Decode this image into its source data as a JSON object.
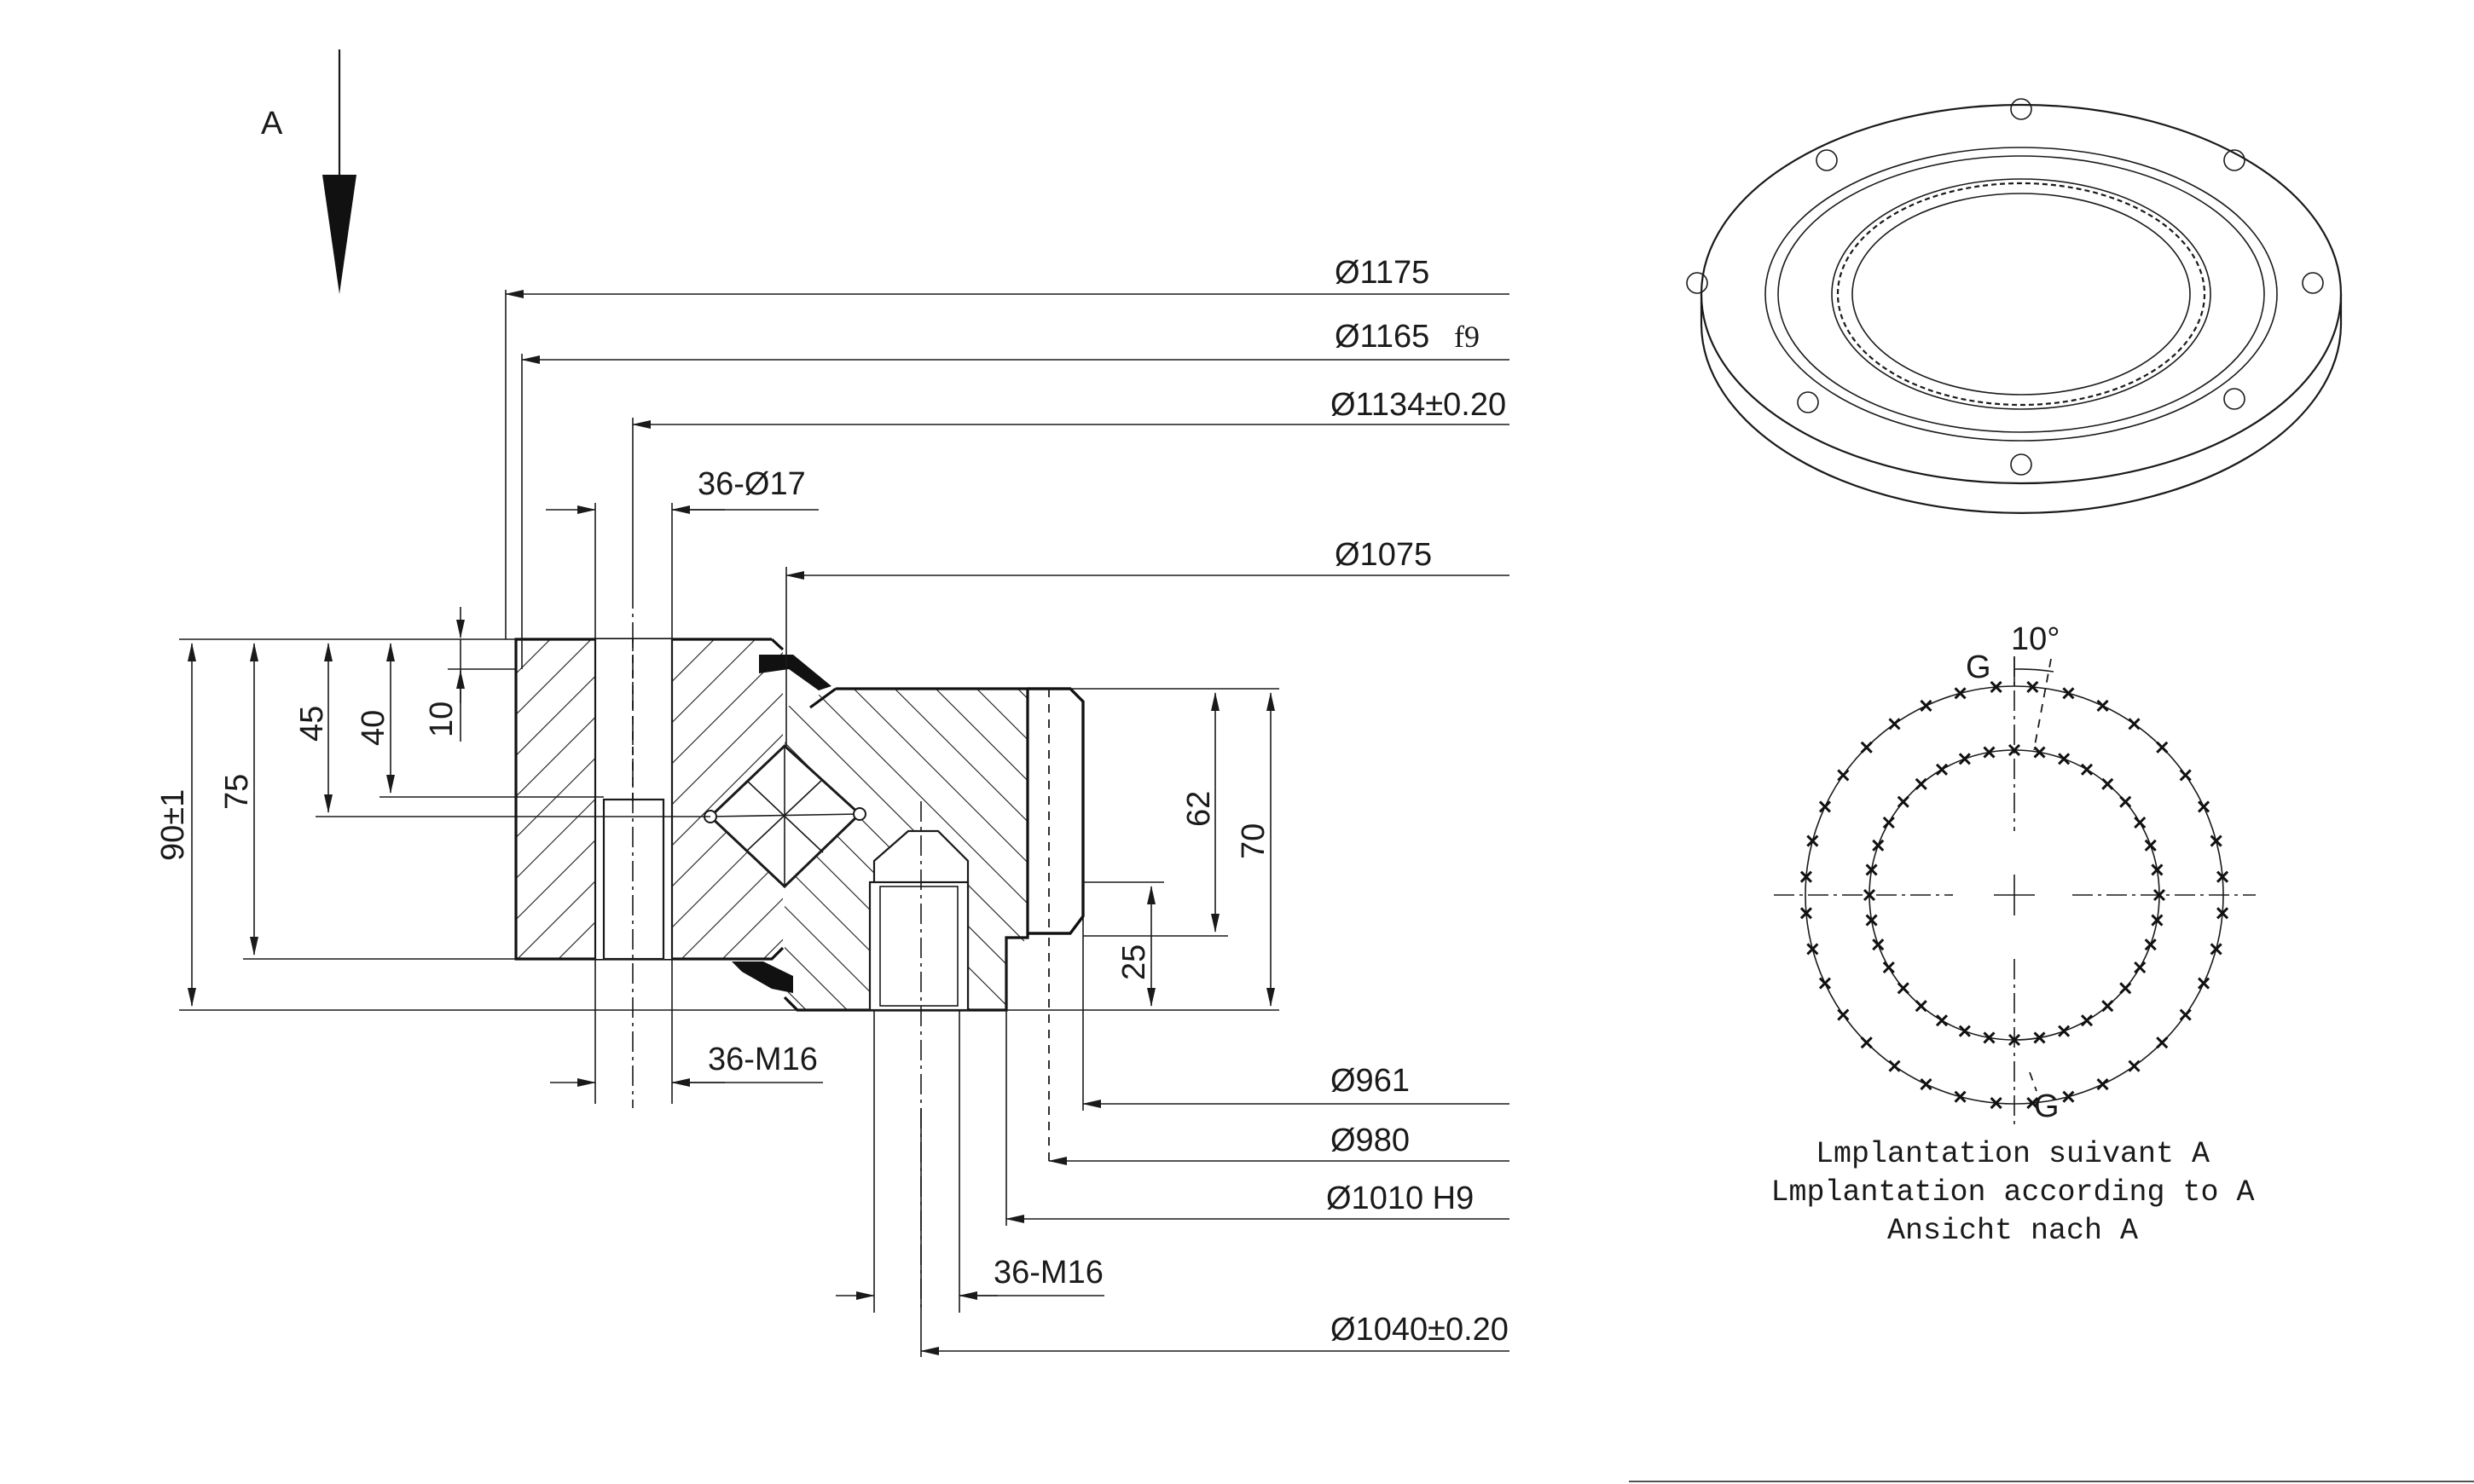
{
  "view_arrow": {
    "label": "A"
  },
  "diameters_top": [
    {
      "main": "Ø1175",
      "tol": ""
    },
    {
      "main": "Ø1165",
      "tol": "f9"
    },
    {
      "main": "Ø1134±0.20",
      "tol": ""
    },
    {
      "main": "Ø1075",
      "tol": ""
    }
  ],
  "diameters_bottom": [
    {
      "main": "Ø961"
    },
    {
      "main": "Ø980"
    },
    {
      "main": "Ø1010 H9"
    },
    {
      "main": "Ø1040±0.20"
    }
  ],
  "holes": {
    "outer_ring": "36-Ø17",
    "outer_thread": "36-M16",
    "inner_thread": "36-M16"
  },
  "heights": {
    "total": "90±1",
    "h75": "75",
    "h45": "45",
    "h40": "40",
    "h10": "10",
    "h62": "62",
    "h70": "70",
    "h25": "25"
  },
  "hole_pattern": {
    "angle": "10°",
    "marker_top": "G",
    "marker_bottom": "G",
    "outer_holes": 36,
    "inner_holes": 36,
    "caption": [
      "Lmplantation suivant A",
      "Lmplantation according to A",
      "Ansicht nach A"
    ]
  }
}
